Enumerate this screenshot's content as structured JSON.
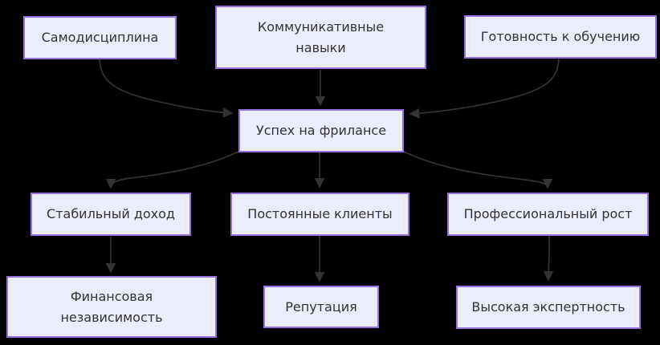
{
  "diagram": {
    "type": "flowchart",
    "background_color": "#000000",
    "node_fill_color": "#ECECFF",
    "node_border_color": "#9370DB",
    "node_text_color": "#333333",
    "edge_color": "#333333",
    "nodes": [
      {
        "id": "self_discipline",
        "label": "Самодисциплина"
      },
      {
        "id": "communication_skills",
        "label": "Коммуникативные\nнавыки"
      },
      {
        "id": "readiness_to_learn",
        "label": "Готовность к обучению"
      },
      {
        "id": "freelance_success",
        "label": "Успех на фрилансе"
      },
      {
        "id": "stable_income",
        "label": "Стабильный доход"
      },
      {
        "id": "regular_clients",
        "label": "Постоянные клиенты"
      },
      {
        "id": "professional_growth",
        "label": "Профессиональный рост"
      },
      {
        "id": "financial_independence",
        "label": "Финансовая\nнезависимость"
      },
      {
        "id": "reputation",
        "label": "Репутация"
      },
      {
        "id": "high_expertise",
        "label": "Высокая экспертность"
      }
    ],
    "edges": [
      {
        "from": "self_discipline",
        "to": "freelance_success"
      },
      {
        "from": "communication_skills",
        "to": "freelance_success"
      },
      {
        "from": "readiness_to_learn",
        "to": "freelance_success"
      },
      {
        "from": "freelance_success",
        "to": "stable_income"
      },
      {
        "from": "freelance_success",
        "to": "regular_clients"
      },
      {
        "from": "freelance_success",
        "to": "professional_growth"
      },
      {
        "from": "stable_income",
        "to": "financial_independence"
      },
      {
        "from": "regular_clients",
        "to": "reputation"
      },
      {
        "from": "professional_growth",
        "to": "high_expertise"
      }
    ]
  }
}
